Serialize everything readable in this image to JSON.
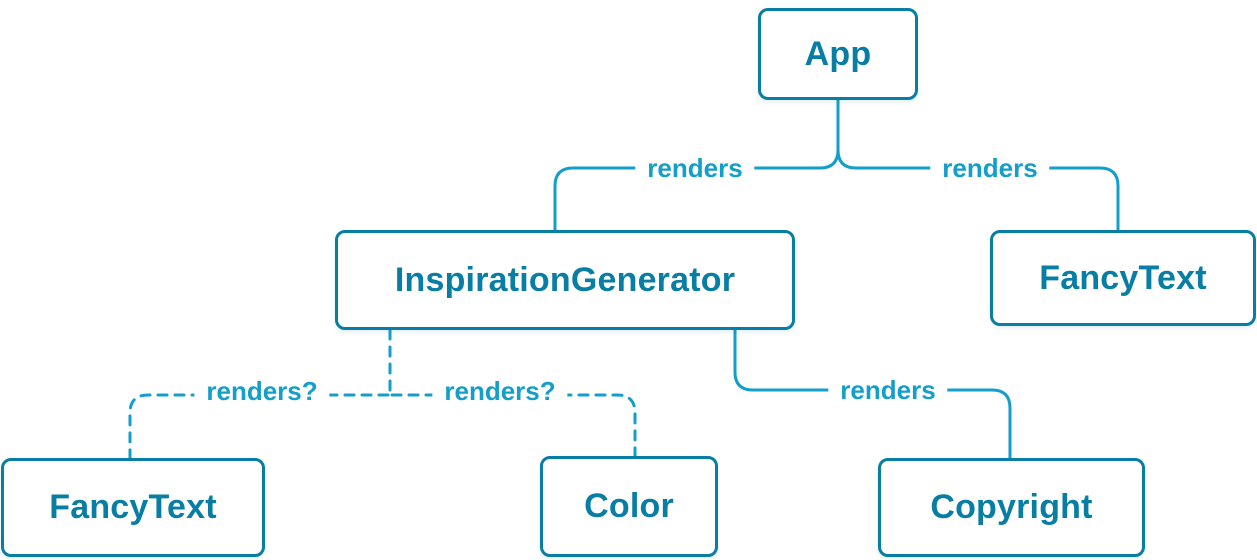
{
  "diagram": {
    "nodes": [
      {
        "id": "app",
        "label": "App"
      },
      {
        "id": "inspiration-generator",
        "label": "InspirationGenerator"
      },
      {
        "id": "fancy-text-top",
        "label": "FancyText"
      },
      {
        "id": "fancy-text-bottom",
        "label": "FancyText"
      },
      {
        "id": "color",
        "label": "Color"
      },
      {
        "id": "copyright",
        "label": "Copyright"
      }
    ],
    "edges": [
      {
        "from": "App",
        "to": "InspirationGenerator",
        "label": "renders",
        "style": "solid"
      },
      {
        "from": "App",
        "to": "FancyText",
        "label": "renders",
        "style": "solid"
      },
      {
        "from": "InspirationGenerator",
        "to": "FancyText",
        "label": "renders?",
        "style": "dashed"
      },
      {
        "from": "InspirationGenerator",
        "to": "Color",
        "label": "renders?",
        "style": "dashed"
      },
      {
        "from": "InspirationGenerator",
        "to": "Copyright",
        "label": "renders",
        "style": "solid"
      }
    ],
    "colors": {
      "canvas_bg": "#ffffff",
      "node_bg": "#ffffff",
      "node_border": "#087ea4",
      "node_text": "#087ea4",
      "line": "#149eca",
      "edge_label": "#149eca"
    }
  }
}
